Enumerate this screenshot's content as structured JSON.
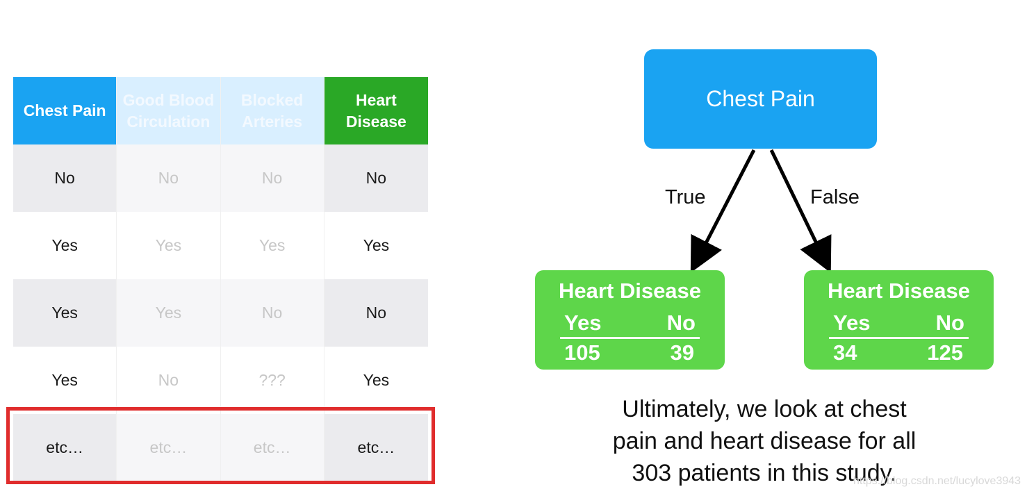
{
  "table": {
    "headers": [
      "Chest Pain",
      "Good Blood Circulation",
      "Blocked Arteries",
      "Heart Disease"
    ],
    "rows": [
      [
        "No",
        "No",
        "No",
        "No"
      ],
      [
        "Yes",
        "Yes",
        "Yes",
        "Yes"
      ],
      [
        "Yes",
        "Yes",
        "No",
        "No"
      ],
      [
        "Yes",
        "No",
        "???",
        "Yes"
      ],
      [
        "etc…",
        "etc…",
        "etc…",
        "etc…"
      ]
    ]
  },
  "tree": {
    "root": "Chest Pain",
    "edge_true": "True",
    "edge_false": "False",
    "left_leaf": {
      "title": "Heart Disease",
      "yes_label": "Yes",
      "no_label": "No",
      "yes_value": "105",
      "no_value": "39"
    },
    "right_leaf": {
      "title": "Heart Disease",
      "yes_label": "Yes",
      "no_label": "No",
      "yes_value": "34",
      "no_value": "125"
    }
  },
  "caption": {
    "line1": "Ultimately, we look at chest",
    "line2": "pain and heart disease for all",
    "line3": "303 patients in this study."
  },
  "watermark": "https://blog.csdn.net/lucylove3943",
  "colors": {
    "blue": "#1aa3f2",
    "green_header": "#2aa826",
    "green_leaf": "#5ed64a",
    "highlight_red": "#e02c2c"
  }
}
